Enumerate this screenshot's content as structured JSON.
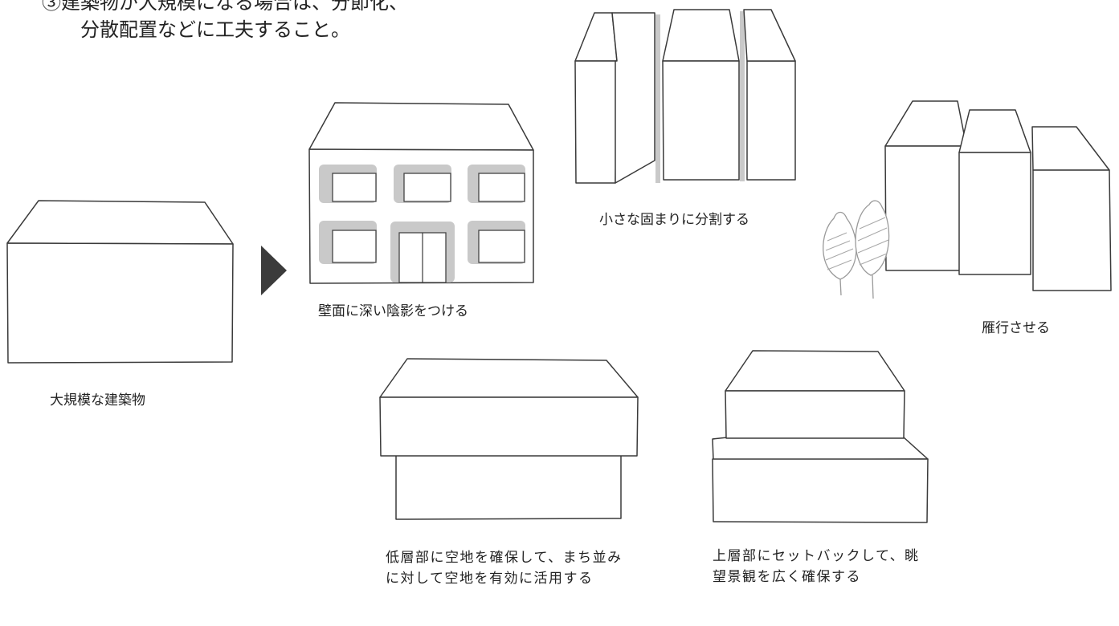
{
  "intro": {
    "line1": "③建築物が大規模になる場合は、分節化、",
    "line2": "分散配置などに工夫すること。"
  },
  "labels": {
    "large_building": "大規模な建築物",
    "deep_shadow": "壁面に深い陰影をつける",
    "divide": "小さな固まりに分割する",
    "stagger": "雁行させる",
    "open_space": "低層部に空地を確保して、まち並みに対して空地を有効に活用する",
    "setback": "上層部にセットバックして、眺望景観を広く確保する"
  },
  "colors": {
    "arrow": "#3b3b3b",
    "shadow": "#c9c9c9",
    "tree": "#9a9a9a"
  }
}
